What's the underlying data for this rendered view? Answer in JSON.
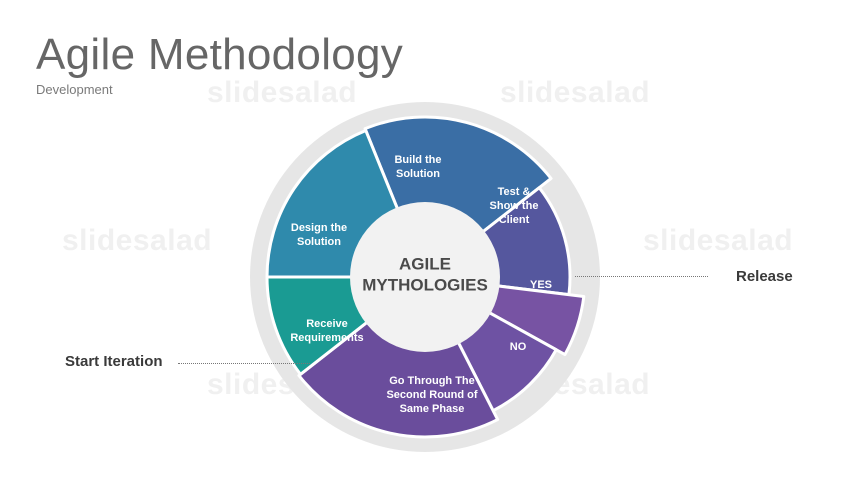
{
  "header": {
    "title": "Agile Methodology",
    "subtitle": "Development"
  },
  "watermark": "slidesalad",
  "diagram": {
    "center_lines": [
      "AGILE",
      "MYTHOLOGIES"
    ],
    "segments": [
      {
        "lines": [
          "Build the",
          "Solution"
        ],
        "color": "#3a6ea5"
      },
      {
        "lines": [
          "Test &",
          "Show the",
          "Client"
        ],
        "color": "#55579e"
      },
      {
        "lines": [
          "YES"
        ],
        "color": "#7753a3"
      },
      {
        "lines": [
          "NO"
        ],
        "color": "#6e52a3"
      },
      {
        "lines": [
          "Go Through The",
          "Second Round of",
          "Same Phase"
        ],
        "color": "#6a4d9c"
      },
      {
        "lines": [
          "Receive",
          "Requirements"
        ],
        "color": "#1a9b93"
      },
      {
        "lines": [
          "Design the",
          "Solution"
        ],
        "color": "#2f8aac"
      }
    ]
  },
  "labels": {
    "release": "Release",
    "start_iteration": "Start Iteration"
  },
  "colors": {
    "ring": "#e6e6e6",
    "center": "#f2f2f2",
    "separator": "#ffffff"
  }
}
